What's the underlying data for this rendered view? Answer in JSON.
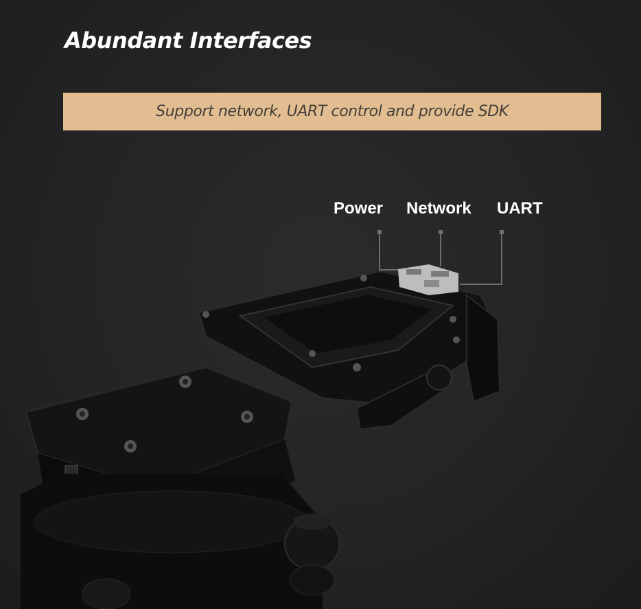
{
  "header": {
    "title": "Abundant Interfaces"
  },
  "banner": {
    "text": "Support network, UART control and provide SDK",
    "background_color": "#e1bd91",
    "text_color": "#444039"
  },
  "interface_labels": [
    {
      "label": "Power"
    },
    {
      "label": "Network"
    },
    {
      "label": "UART"
    }
  ],
  "image": {
    "description": "Gimbal mount with quick-release plate showing power, network and UART connectors"
  }
}
